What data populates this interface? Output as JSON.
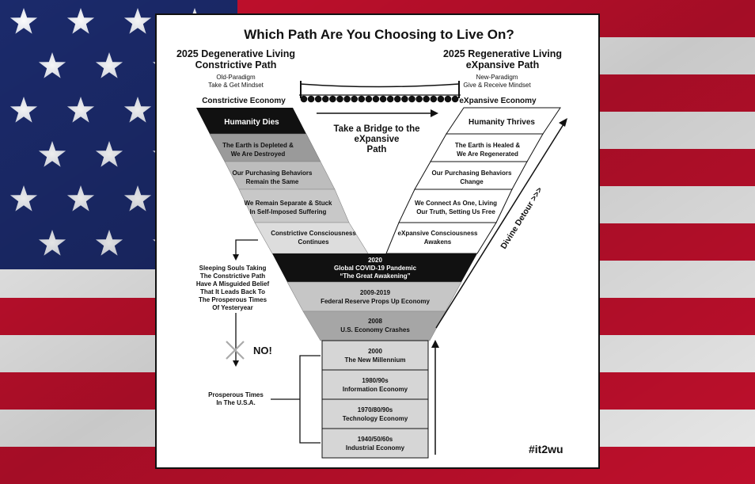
{
  "title": "Which Path Are You Choosing to Live On?",
  "left_header": {
    "line1": "2025 Degenerative Living",
    "line2": "Constrictive Path",
    "sub1": "Old-Paradigm",
    "sub2": "Take & Get Mindset",
    "economy": "Constrictive Economy"
  },
  "right_header": {
    "line1": "2025 Regenerative Living",
    "line2": "eXpansive Path",
    "sub1": "New-Paradigm",
    "sub2": "Give & Receive Mindset",
    "economy": "eXpansive Economy"
  },
  "bridge": {
    "line1": "Take a Bridge to the",
    "line2": "eXpansive",
    "line3": "Path"
  },
  "left_path": [
    {
      "line1": "Humanity Dies",
      "line2": ""
    },
    {
      "line1": "The Earth is Depleted &",
      "line2": "We Are Destroyed"
    },
    {
      "line1": "Our Purchasing Behaviors",
      "line2": "Remain the Same"
    },
    {
      "line1": "We Remain Separate & Stuck",
      "line2": "In Self-Imposed Suffering"
    },
    {
      "line1": "Constrictive Consciousness",
      "line2": "Continues"
    }
  ],
  "right_path": [
    {
      "line1": "Humanity Thrives",
      "line2": ""
    },
    {
      "line1": "The Earth is Healed &",
      "line2": "We Are Regenerated"
    },
    {
      "line1": "Our Purchasing Behaviors",
      "line2": "Change"
    },
    {
      "line1": "We Connect As One, Living",
      "line2": "Our Truth, Setting Us Free"
    },
    {
      "line1": "eXpansive Consciousness",
      "line2": "Awakens"
    }
  ],
  "funnel": [
    {
      "line1": "2020",
      "line2": "Global COVID-19 Pandemic",
      "line3": "“The Great Awakening”"
    },
    {
      "line1": "2009-2019",
      "line2": "Federal Reserve Props Up Economy",
      "line3": ""
    },
    {
      "line1": "2008",
      "line2": "U.S. Economy Crashes",
      "line3": ""
    }
  ],
  "stem": [
    {
      "line1": "2000",
      "line2": "The New Millennium"
    },
    {
      "line1": "1980/90s",
      "line2": "Information Economy"
    },
    {
      "line1": "1970/80/90s",
      "line2": "Technology Economy"
    },
    {
      "line1": "1940/50/60s",
      "line2": "Industrial Economy"
    }
  ],
  "side_note": [
    "Sleeping Souls Taking",
    "The Constrictive Path",
    "Have A Misguided Belief",
    "That It Leads Back To",
    "The Prosperous Times",
    "Of Yesteryear"
  ],
  "no_label": "NO!",
  "prosperous": {
    "line1": "Prosperous Times",
    "line2": "In The U.S.A."
  },
  "divine_detour": "Divine Detour >>>",
  "hashtag": "#it2wu",
  "colors": {
    "dark": "#111111",
    "gray_dark": "#9a9a9a",
    "gray_mid": "#b9b9b9",
    "gray_light": "#d6d6d6",
    "flag_red": "#c8102e",
    "flag_blue": "#1b2a6b"
  }
}
